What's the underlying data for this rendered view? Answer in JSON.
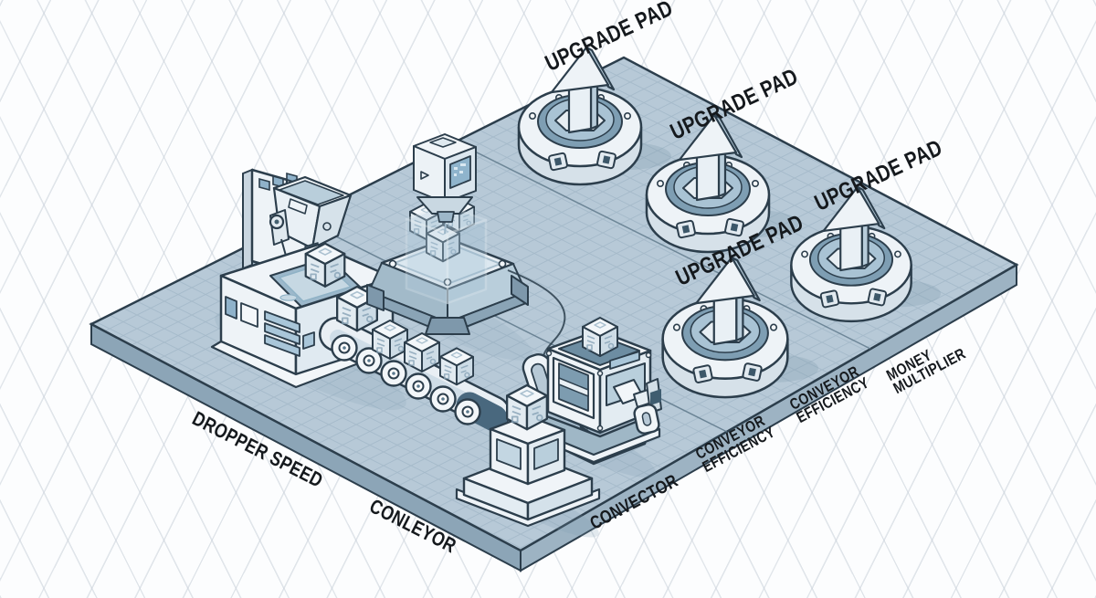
{
  "scene_labels": {
    "upgrade_pad_1": "UPGRADE PAD",
    "upgrade_pad_2": "UPGRADE PAD",
    "upgrade_pad_3": "UPGRADE PAD",
    "upgrade_pad_4": "UPGRADE PAD",
    "dropper_speed": "DROPPER SPEED",
    "conveyor_left": "CONLEYOR",
    "convector": "CONVECTOR",
    "conveyor_efficiency_a": {
      "line1": "CONVEYOR",
      "line2": "EFFICIENCY"
    },
    "conveyor_efficiency_b": {
      "line1": "CONVEYOR",
      "line2": "EFFICIENCY"
    },
    "money_multiplier": {
      "line1": "MONEY",
      "line2": "MULTIPLIER"
    }
  },
  "icons": {
    "upgrade_arrow": "3d-up-arrow",
    "pad": "circular-upgrade-pad",
    "cube": "ore-cube",
    "machines": [
      "dropper-machine",
      "conveyor-belt",
      "upgrader-pedestal",
      "dropper-head",
      "convector-machine",
      "display-pedestal"
    ]
  },
  "colors": {
    "background": "#fcfdfe",
    "background_grid": "#cdd5dd",
    "platform_top": "#b7c9d7",
    "platform_grid": "#93abbd",
    "platform_side_left": "#8ca5b7",
    "platform_side_right": "#9db3c3",
    "outline_ink": "#2c3e4c",
    "machine_white": "#eef3f7",
    "accent_blue": "#8fb2ca",
    "screen_blue": "#8fb4cc",
    "label_text": "#15191d"
  }
}
